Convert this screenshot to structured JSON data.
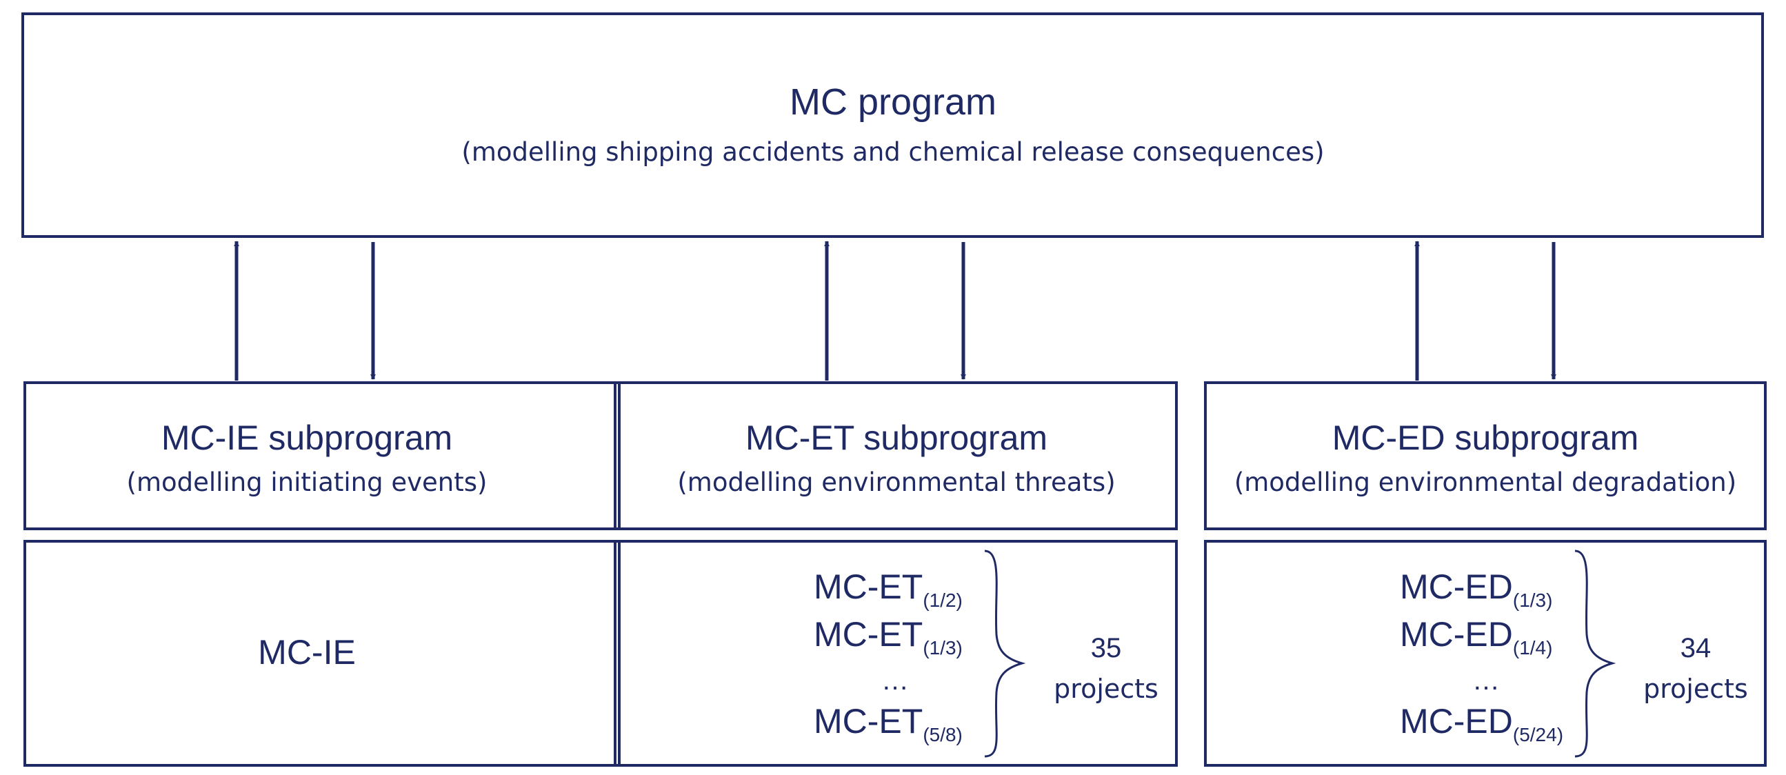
{
  "colors": {
    "primary": "#1f2a64",
    "background": "#ffffff"
  },
  "program": {
    "title": "MC program",
    "subtitle": "(modelling shipping accidents and chemical release consequences)"
  },
  "subprograms": [
    {
      "title": "MC-IE subprogram",
      "subtitle": "(modelling initiating events)"
    },
    {
      "title": "MC-ET subprogram",
      "subtitle": "(modelling environmental threats)"
    },
    {
      "title": "MC-ED subprogram",
      "subtitle": "(modelling environmental degradation)"
    }
  ],
  "projects": {
    "ie": {
      "label": "MC-IE"
    },
    "et": {
      "prefix": "MC-ET",
      "subscripts": [
        "(1/2)",
        "(1/3)",
        "(5/8)"
      ],
      "ellipsis": "…",
      "count": "35",
      "unit": "projects"
    },
    "ed": {
      "prefix": "MC-ED",
      "subscripts": [
        "(1/3)",
        "(1/4)",
        "(5/24)"
      ],
      "ellipsis": "…",
      "count": "34",
      "unit": "projects"
    }
  }
}
